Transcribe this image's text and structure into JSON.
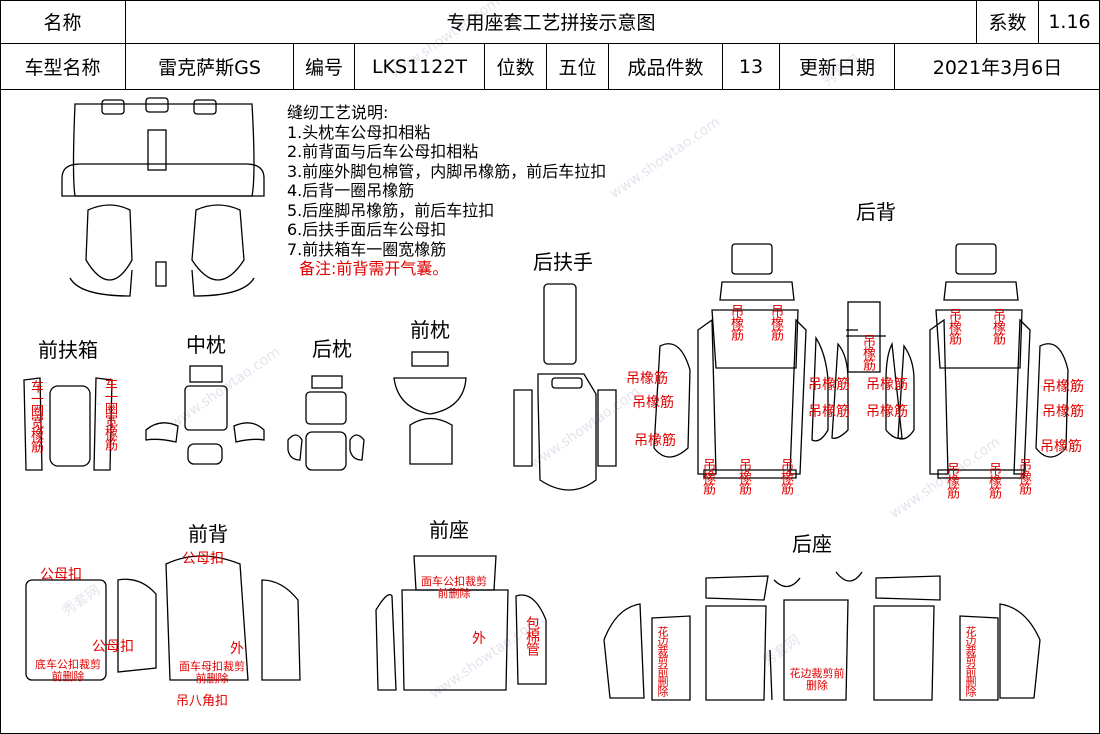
{
  "header": {
    "row1": {
      "name_label": "名称",
      "doc_title": "专用座套工艺拼接示意图",
      "coef_label": "系数",
      "coef_value": "1.16"
    },
    "row2": {
      "model_label": "车型名称",
      "model_value": "雷克萨斯GS",
      "code_label": "编号",
      "code_value": "LKS1122T",
      "seats_label": "位数",
      "seats_value": "五位",
      "pieces_label": "成品件数",
      "pieces_value": "13",
      "date_label": "更新日期",
      "date_value": "2021年3月6日"
    }
  },
  "notes": {
    "title": "缝纫工艺说明:",
    "items": [
      "1.头枕车公母扣相粘",
      "2.前背面与后车公母扣相粘",
      "3.前座外脚包棉管，内脚吊橡筋，前后车拉扣",
      "4.后背一圈吊橡筋",
      "5.后座脚吊橡筋，前后车拉扣",
      "6.后扶手面后车公母扣",
      "7.前扶箱车一圈宽橡筋"
    ],
    "remark": "备注:前背需开气囊。"
  },
  "sections": {
    "front_console": "前扶箱",
    "mid_headrest": "中枕",
    "rear_headrest": "后枕",
    "front_headrest": "前枕",
    "rear_armrest": "后扶手",
    "rear_back": "后背",
    "front_back": "前背",
    "front_seat": "前座",
    "rear_seat": "后座"
  },
  "annotations": {
    "car_wide_elastic": "车一圈宽橡筋",
    "hang_elastic": "吊橡筋",
    "snap_buttons": "公母扣",
    "bottom_snap_cut": "底车公扣裁剪前删除",
    "face_female_snap_cut": "面车母扣裁剪前删除",
    "hang_eight_corner_snap": "吊八角扣",
    "outer": "外",
    "cotton_tube": "包棉管",
    "face_snap_cut": "面车公扣裁剪前删除",
    "lace_trim_cut": "花边裁剪前删除"
  },
  "watermark": {
    "text_cn": "秀套网",
    "text_en": "www.showtao.com"
  },
  "colors": {
    "line": "#000000",
    "annotation": "#e00000",
    "watermark": "#d8cfe0"
  }
}
